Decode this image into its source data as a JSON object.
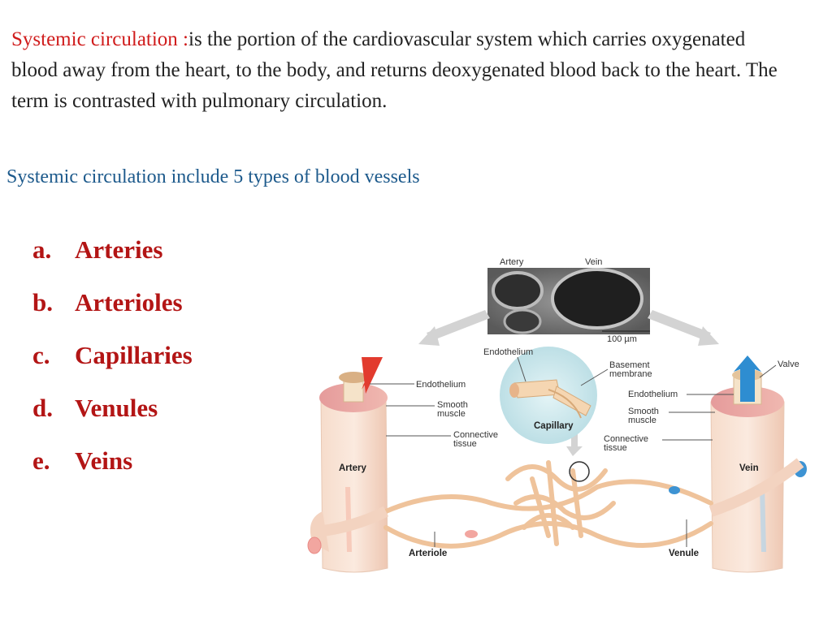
{
  "intro": {
    "term": "Systemic circulation :",
    "text": "is the portion of the cardiovascular system which carries oxygenated blood away from the heart, to the body, and returns deoxygenated blood back to the heart. The term is contrasted with pulmonary circulation."
  },
  "subheading": "Systemic circulation include 5 types of blood vessels",
  "vessels": [
    {
      "marker": "a.",
      "label": "Arteries"
    },
    {
      "marker": "b.",
      "label": "Arterioles"
    },
    {
      "marker": "c.",
      "label": "Capillaries"
    },
    {
      "marker": "d.",
      "label": "Venules"
    },
    {
      "marker": "e.",
      "label": "Veins"
    }
  ],
  "diagram": {
    "micro_artery": "Artery",
    "micro_vein": "Vein",
    "scale_bar": "100 µm",
    "endothelium_top": "Endothelium",
    "basement_line1": "Basement",
    "basement_line2": "membrane",
    "valve": "Valve",
    "endothelium_left": "Endothelium",
    "smooth_left_1": "Smooth",
    "smooth_left_2": "muscle",
    "connective_left_1": "Connective",
    "connective_left_2": "tissue",
    "endothelium_right": "Endothelium",
    "smooth_right_1": "Smooth",
    "smooth_right_2": "muscle",
    "connective_right_1": "Connective",
    "connective_right_2": "tissue",
    "capillary": "Capillary",
    "artery": "Artery",
    "vein": "Vein",
    "arteriole": "Arteriole",
    "venule": "Venule"
  },
  "colors": {
    "term": "#d01c1c",
    "subheading": "#1d5a8c",
    "list": "#b31515",
    "vessel_wall": "#f3d6c2",
    "muscle": "#e9a0a0",
    "capillary_bubble": "#cfe9ee"
  }
}
